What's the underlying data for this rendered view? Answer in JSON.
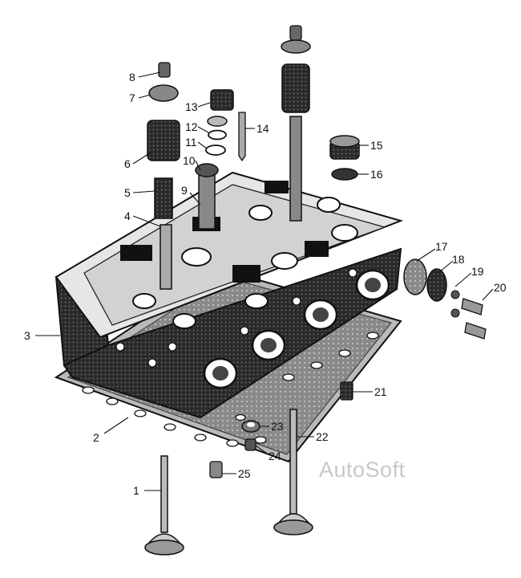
{
  "diagram": {
    "callouts": [
      "1",
      "2",
      "3",
      "4",
      "5",
      "6",
      "7",
      "8",
      "9",
      "10",
      "11",
      "12",
      "13",
      "14",
      "15",
      "16",
      "17",
      "18",
      "19",
      "20",
      "21",
      "22",
      "23",
      "24",
      "25"
    ]
  },
  "watermark": "AutoSoft"
}
